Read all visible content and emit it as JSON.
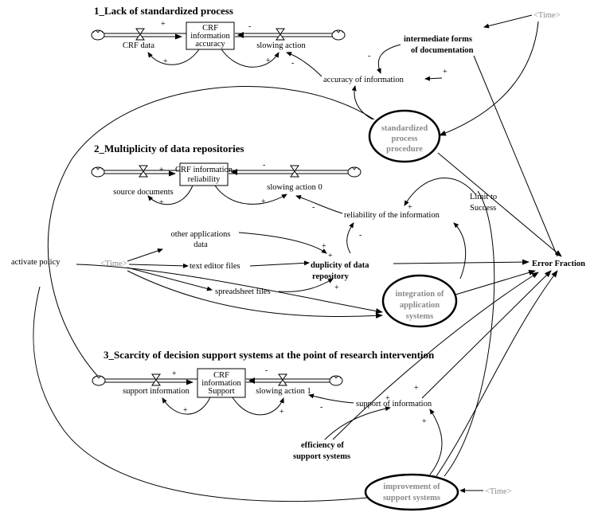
{
  "sections": {
    "s1_title": "1_Lack of standardized process",
    "s2_title": "2_Multiplicity of data repositories",
    "s3_title": "3_Scarcity of decision support systems at the point of research intervention"
  },
  "stocks": {
    "s1": [
      "CRF",
      "information",
      "accuracy"
    ],
    "s2": [
      "CRF information",
      "reliability"
    ],
    "s3": [
      "CRF",
      "information",
      "Support"
    ]
  },
  "flows": {
    "crf_data": "CRF data",
    "slowing_action": "slowing action",
    "source_documents": "source documents",
    "slowing_action_0": "slowing action 0",
    "support_information": "support information",
    "slowing_action_1": "slowing action 1"
  },
  "variables": {
    "time": "<Time>",
    "intermediate_forms": [
      "intermediate forms",
      "of documentation"
    ],
    "accuracy_of_information": "accuracy of information",
    "standardized_process": [
      "standardized",
      "process",
      "procedure"
    ],
    "limit_to_success": [
      "Limit to",
      "Success"
    ],
    "reliability_of_information": "reliability of the information",
    "other_applications": [
      "other applications",
      "data"
    ],
    "text_editor_files": "text editor files",
    "spreadsheet_files": "spreadsheet files",
    "duplicity": [
      "duplicity of data",
      "repository"
    ],
    "activate_policy": "activate policy",
    "error_fraction": "Error Fraction",
    "integration": [
      "integration of",
      "application",
      "systems"
    ],
    "support_of_information": "support of information",
    "efficiency": [
      "efficiency of",
      "support systems"
    ],
    "improvement": [
      "improvement of",
      "support systems"
    ]
  },
  "signs": {
    "plus": "+",
    "minus": "-"
  }
}
